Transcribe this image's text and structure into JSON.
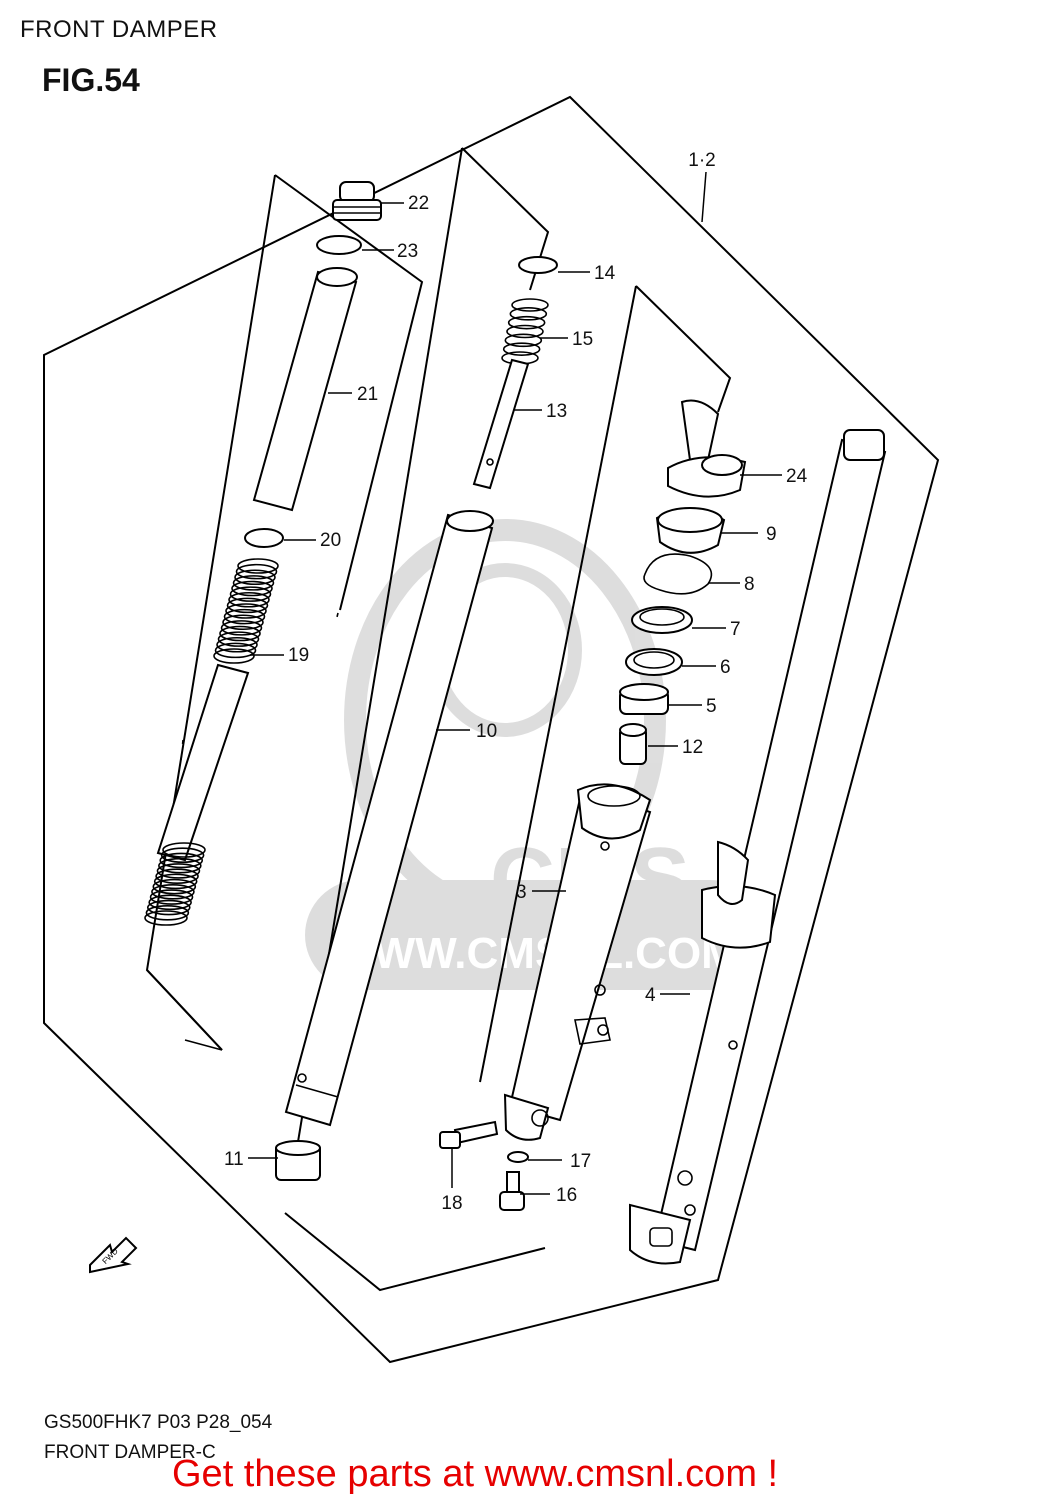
{
  "header": {
    "title": "FRONT DAMPER"
  },
  "figure": {
    "label": "FIG.54"
  },
  "watermark": {
    "brand": "CMS",
    "url": "WWW.CMSNL.COM"
  },
  "fwd_label": "FWD",
  "parts": [
    {
      "id": "p1_2",
      "label": "1·2"
    },
    {
      "id": "p22",
      "label": "22"
    },
    {
      "id": "p23",
      "label": "23"
    },
    {
      "id": "p14",
      "label": "14"
    },
    {
      "id": "p15",
      "label": "15"
    },
    {
      "id": "p21",
      "label": "21"
    },
    {
      "id": "p13",
      "label": "13"
    },
    {
      "id": "p24",
      "label": "24"
    },
    {
      "id": "p9",
      "label": "9"
    },
    {
      "id": "p20",
      "label": "20"
    },
    {
      "id": "p8",
      "label": "8"
    },
    {
      "id": "p7",
      "label": "7"
    },
    {
      "id": "p19",
      "label": "19"
    },
    {
      "id": "p6",
      "label": "6"
    },
    {
      "id": "p5",
      "label": "5"
    },
    {
      "id": "p10",
      "label": "10"
    },
    {
      "id": "p12",
      "label": "12"
    },
    {
      "id": "p3",
      "label": "3"
    },
    {
      "id": "p4",
      "label": "4"
    },
    {
      "id": "p11",
      "label": "11"
    },
    {
      "id": "p17",
      "label": "17"
    },
    {
      "id": "p16",
      "label": "16"
    },
    {
      "id": "p18",
      "label": "18"
    }
  ],
  "footer": {
    "code": "GS500FHK7 P03 P28_054",
    "caption": "FRONT DAMPER-C",
    "cta": "Get these parts at www.cmsnl.com !"
  }
}
